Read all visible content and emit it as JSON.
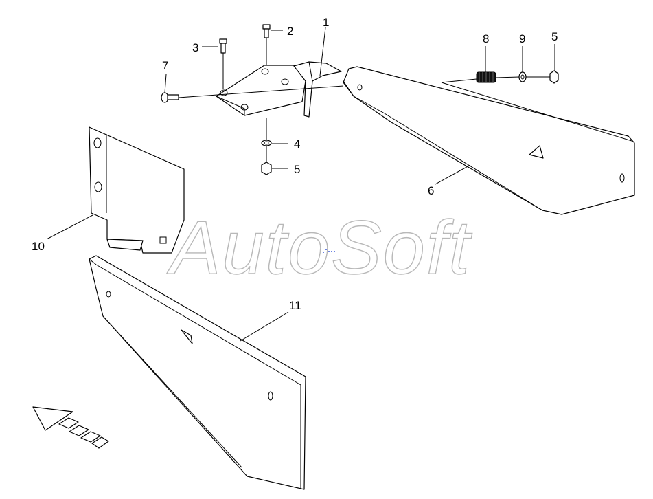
{
  "watermark": "AutoSoft",
  "callouts": [
    {
      "id": "c1",
      "label": "1"
    },
    {
      "id": "c2",
      "label": "2"
    },
    {
      "id": "c3",
      "label": "3"
    },
    {
      "id": "c4",
      "label": "4"
    },
    {
      "id": "c5a",
      "label": "5"
    },
    {
      "id": "c5b",
      "label": "5"
    },
    {
      "id": "c6",
      "label": "6"
    },
    {
      "id": "c7",
      "label": "7"
    },
    {
      "id": "c8",
      "label": "8"
    },
    {
      "id": "c9",
      "label": "9"
    },
    {
      "id": "c10",
      "label": "10"
    },
    {
      "id": "c11",
      "label": "11"
    }
  ],
  "colors": {
    "line": "#000000",
    "background": "#ffffff",
    "watermark_outline": "#b8b8b8",
    "cursor_dots": "#3a5bd9"
  }
}
